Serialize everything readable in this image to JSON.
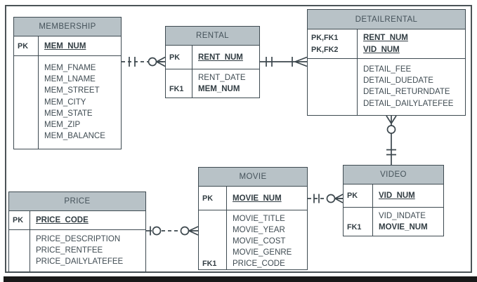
{
  "colors": {
    "header_fill": "#b8c2c7",
    "line": "#3e4a51",
    "text": "#3f4b52",
    "background": "#ffffff",
    "bottom_bar": "#191919"
  },
  "entities": {
    "membership": {
      "title": "MEMBERSHIP",
      "pk": [
        {
          "key": "PK",
          "name": "MEM_NUM"
        }
      ],
      "attrs": [
        {
          "key": "",
          "name": "MEM_FNAME"
        },
        {
          "key": "",
          "name": "MEM_LNAME"
        },
        {
          "key": "",
          "name": "MEM_STREET"
        },
        {
          "key": "",
          "name": "MEM_CITY"
        },
        {
          "key": "",
          "name": "MEM_STATE"
        },
        {
          "key": "",
          "name": "MEM_ZIP"
        },
        {
          "key": "",
          "name": "MEM_BALANCE"
        }
      ]
    },
    "rental": {
      "title": "RENTAL",
      "pk": [
        {
          "key": "PK",
          "name": "RENT_NUM"
        }
      ],
      "attrs": [
        {
          "key": "",
          "name": "RENT_DATE"
        },
        {
          "key": "FK1",
          "name": "MEM_NUM"
        }
      ]
    },
    "detailrental": {
      "title": "DETAILRENTAL",
      "pk": [
        {
          "key": "PK,FK1",
          "name": "RENT_NUM"
        },
        {
          "key": "PK,FK2",
          "name": "VID_NUM"
        }
      ],
      "attrs": [
        {
          "key": "",
          "name": "DETAIL_FEE"
        },
        {
          "key": "",
          "name": "DETAIL_DUEDATE"
        },
        {
          "key": "",
          "name": "DETAIL_RETURNDATE"
        },
        {
          "key": "",
          "name": "DETAIL_DAILYLATEFEE"
        }
      ]
    },
    "price": {
      "title": "PRICE",
      "pk": [
        {
          "key": "PK",
          "name": "PRICE_CODE"
        }
      ],
      "attrs": [
        {
          "key": "",
          "name": "PRICE_DESCRIPTION"
        },
        {
          "key": "",
          "name": "PRICE_RENTFEE"
        },
        {
          "key": "",
          "name": "PRICE_DAILYLATEFEE"
        }
      ]
    },
    "movie": {
      "title": "MOVIE",
      "pk": [
        {
          "key": "PK",
          "name": "MOVIE_NUM"
        }
      ],
      "attrs": [
        {
          "key": "",
          "name": "MOVIE_TITLE"
        },
        {
          "key": "",
          "name": "MOVIE_YEAR"
        },
        {
          "key": "",
          "name": "MOVIE_COST"
        },
        {
          "key": "",
          "name": "MOVIE_GENRE"
        },
        {
          "key": "FK1",
          "name": "PRICE_CODE"
        }
      ]
    },
    "video": {
      "title": "VIDEO",
      "pk": [
        {
          "key": "PK",
          "name": "VID_NUM"
        }
      ],
      "attrs": [
        {
          "key": "",
          "name": "VID_INDATE"
        },
        {
          "key": "FK1",
          "name": "MOVIE_NUM"
        }
      ]
    }
  },
  "relationships": [
    {
      "from": "MEMBERSHIP",
      "to": "RENTAL",
      "line": "dashed",
      "from_end": "one",
      "to_end": "zero-or-many"
    },
    {
      "from": "RENTAL",
      "to": "DETAILRENTAL",
      "line": "solid",
      "from_end": "one",
      "to_end": "one-or-many"
    },
    {
      "from": "VIDEO",
      "to": "DETAILRENTAL",
      "line": "solid",
      "from_end": "one",
      "to_end": "zero-or-many"
    },
    {
      "from": "MOVIE",
      "to": "VIDEO",
      "line": "dashed",
      "from_end": "one",
      "to_end": "zero-or-many"
    },
    {
      "from": "PRICE",
      "to": "MOVIE",
      "line": "dashed",
      "from_end": "one-optional",
      "to_end": "zero-or-many"
    }
  ]
}
